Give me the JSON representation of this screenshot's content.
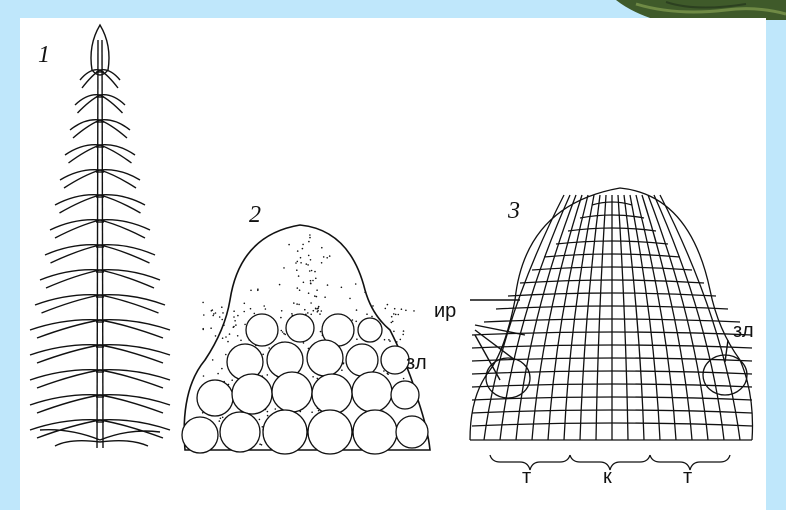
{
  "figure_numbers": {
    "fig1": "1",
    "fig2": "2",
    "fig3": "3"
  },
  "labels": {
    "zl_fig2": "зл",
    "ir_fig3": "ир",
    "zl_fig3": "зл",
    "t_left": "т",
    "k_center": "к",
    "t_right": "т"
  },
  "colors": {
    "background": "#bfe7fb",
    "card": "#ffffff",
    "ink": "#111111",
    "foliage": "#3f5a2a"
  }
}
